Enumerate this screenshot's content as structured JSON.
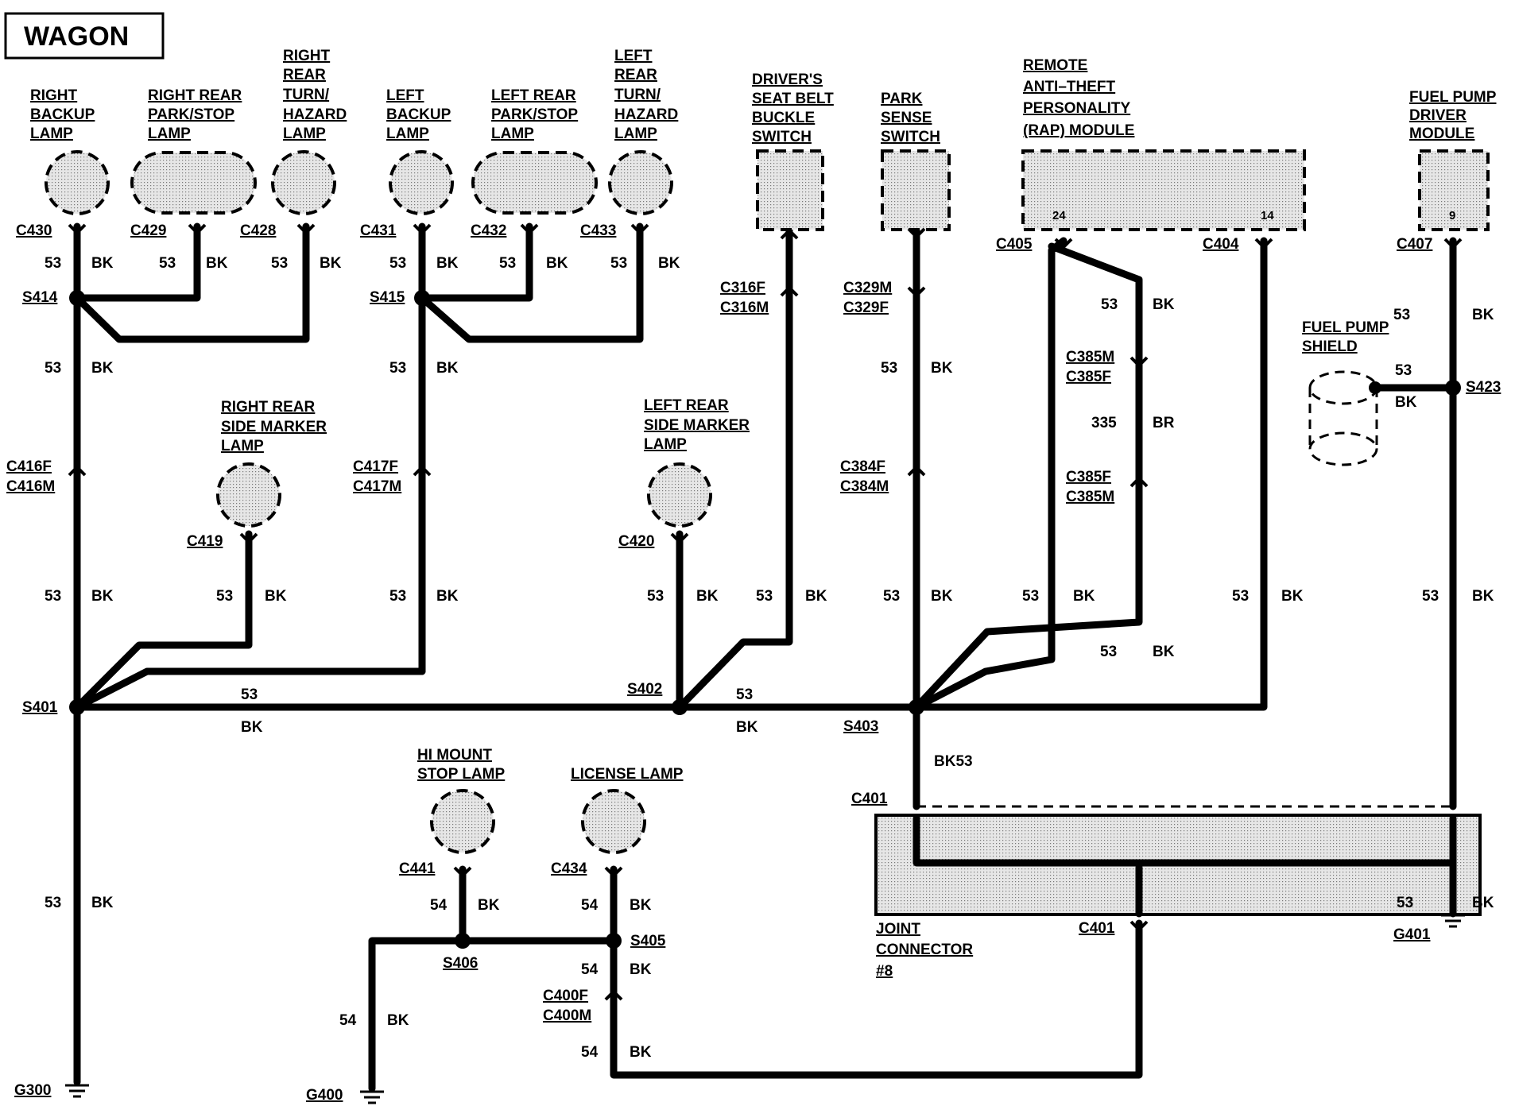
{
  "title": "WAGON",
  "components": {
    "right_backup_lamp": [
      "RIGHT",
      "BACKUP",
      "LAMP"
    ],
    "right_rear_park_stop_lamp": [
      "RIGHT REAR",
      "PARK/STOP",
      "LAMP"
    ],
    "right_rear_turn_hazard_lamp": [
      "RIGHT",
      "REAR",
      "TURN/",
      "HAZARD",
      "LAMP"
    ],
    "left_backup_lamp": [
      "LEFT",
      "BACKUP",
      "LAMP"
    ],
    "left_rear_park_stop_lamp": [
      "LEFT REAR",
      "PARK/STOP",
      "LAMP"
    ],
    "left_rear_turn_hazard_lamp": [
      "LEFT",
      "REAR",
      "TURN/",
      "HAZARD",
      "LAMP"
    ],
    "drivers_seat_belt_buckle_switch": [
      "DRIVER'S",
      "SEAT BELT",
      "BUCKLE",
      "SWITCH"
    ],
    "park_sense_switch": [
      "PARK",
      "SENSE",
      "SWITCH"
    ],
    "rap_module": [
      "REMOTE",
      "ANTI–THEFT",
      "PERSONALITY",
      "(RAP) MODULE"
    ],
    "fuel_pump_driver_module": [
      "FUEL PUMP",
      "DRIVER",
      "MODULE"
    ],
    "right_rear_side_marker_lamp": [
      "RIGHT REAR",
      "SIDE MARKER",
      "LAMP"
    ],
    "left_rear_side_marker_lamp": [
      "LEFT REAR",
      "SIDE MARKER",
      "LAMP"
    ],
    "hi_mount_stop_lamp": [
      "HI MOUNT",
      "STOP LAMP"
    ],
    "license_lamp": [
      "LICENSE LAMP"
    ],
    "fuel_pump_shield": [
      "FUEL PUMP",
      "SHIELD"
    ],
    "joint_connector": [
      "JOINT",
      "CONNECTOR",
      "#8"
    ]
  },
  "pins": {
    "rap_24": "24",
    "rap_14": "14",
    "fpdm_9": "9"
  },
  "connectors": {
    "c430": "C430",
    "c429": "C429",
    "c428": "C428",
    "c431": "C431",
    "c432": "C432",
    "c433": "C433",
    "c316f": "C316F",
    "c316m": "C316M",
    "c329m": "C329M",
    "c329f": "C329F",
    "c405": "C405",
    "c404": "C404",
    "c407": "C407",
    "c385m_a": "C385M",
    "c385f_a": "C385F",
    "c385f_b": "C385F",
    "c385m_b": "C385M",
    "c416f": "C416F",
    "c416m": "C416M",
    "c417f": "C417F",
    "c417m": "C417M",
    "c384f": "C384F",
    "c384m": "C384M",
    "c419": "C419",
    "c420": "C420",
    "c401_top": "C401",
    "c401_bottom": "C401",
    "c441": "C441",
    "c434": "C434",
    "c400f": "C400F",
    "c400m": "C400M"
  },
  "splices": {
    "s414": "S414",
    "s415": "S415",
    "s423": "S423",
    "s401": "S401",
    "s402": "S402",
    "s403": "S403",
    "s405": "S405",
    "s406": "S406"
  },
  "grounds": {
    "g300": "G300",
    "g400": "G400",
    "g401": "G401"
  },
  "wires": {
    "w1_n": "53",
    "w1_c": "BK",
    "w2_n": "53",
    "w2_c": "BK",
    "w3_n": "53",
    "w3_c": "BK",
    "w4_n": "53",
    "w4_c": "BK",
    "w5_n": "53",
    "w5_c": "BK",
    "w6_n": "53",
    "w6_c": "BK",
    "w7_n": "53",
    "w7_c": "BK",
    "w8_n": "53",
    "w8_c": "BK",
    "w9_n": "53",
    "w9_c": "BK",
    "w10_n": "53",
    "w10_c": "BK",
    "w11_n": "335",
    "w11_c": "BR",
    "w12_n": "53",
    "w12_c": "BK",
    "w13_n": "53",
    "w13_c": "BK",
    "w14_n": "53",
    "w14_c": "BK",
    "w15_n": "53",
    "w15_c": "BK",
    "w16_n": "53",
    "w16_c": "BK",
    "w17_n": "53",
    "w17_c": "BK",
    "w18_n": "53",
    "w18_c": "BK",
    "w19_n": "53",
    "w19_c": "BK",
    "w20_n": "53",
    "w20_c": "BK",
    "w21_n": "53",
    "w21_c": "BK",
    "w22_n": "53",
    "w22_c": "BK",
    "w23_n": "53",
    "w23_c": "BK",
    "w24_n": "53",
    "w24_c": "BK",
    "w25_n": "53",
    "w25_c": "BK",
    "w26": "BK53",
    "w27_n": "53",
    "w27_c": "BK",
    "w28_n": "54",
    "w28_c": "BK",
    "w29_n": "54",
    "w29_c": "BK",
    "w30_n": "54",
    "w30_c": "BK",
    "w31_n": "54",
    "w31_c": "BK",
    "w32_n": "54",
    "w32_c": "BK",
    "w33_n": "53",
    "w33_c": "BK"
  }
}
